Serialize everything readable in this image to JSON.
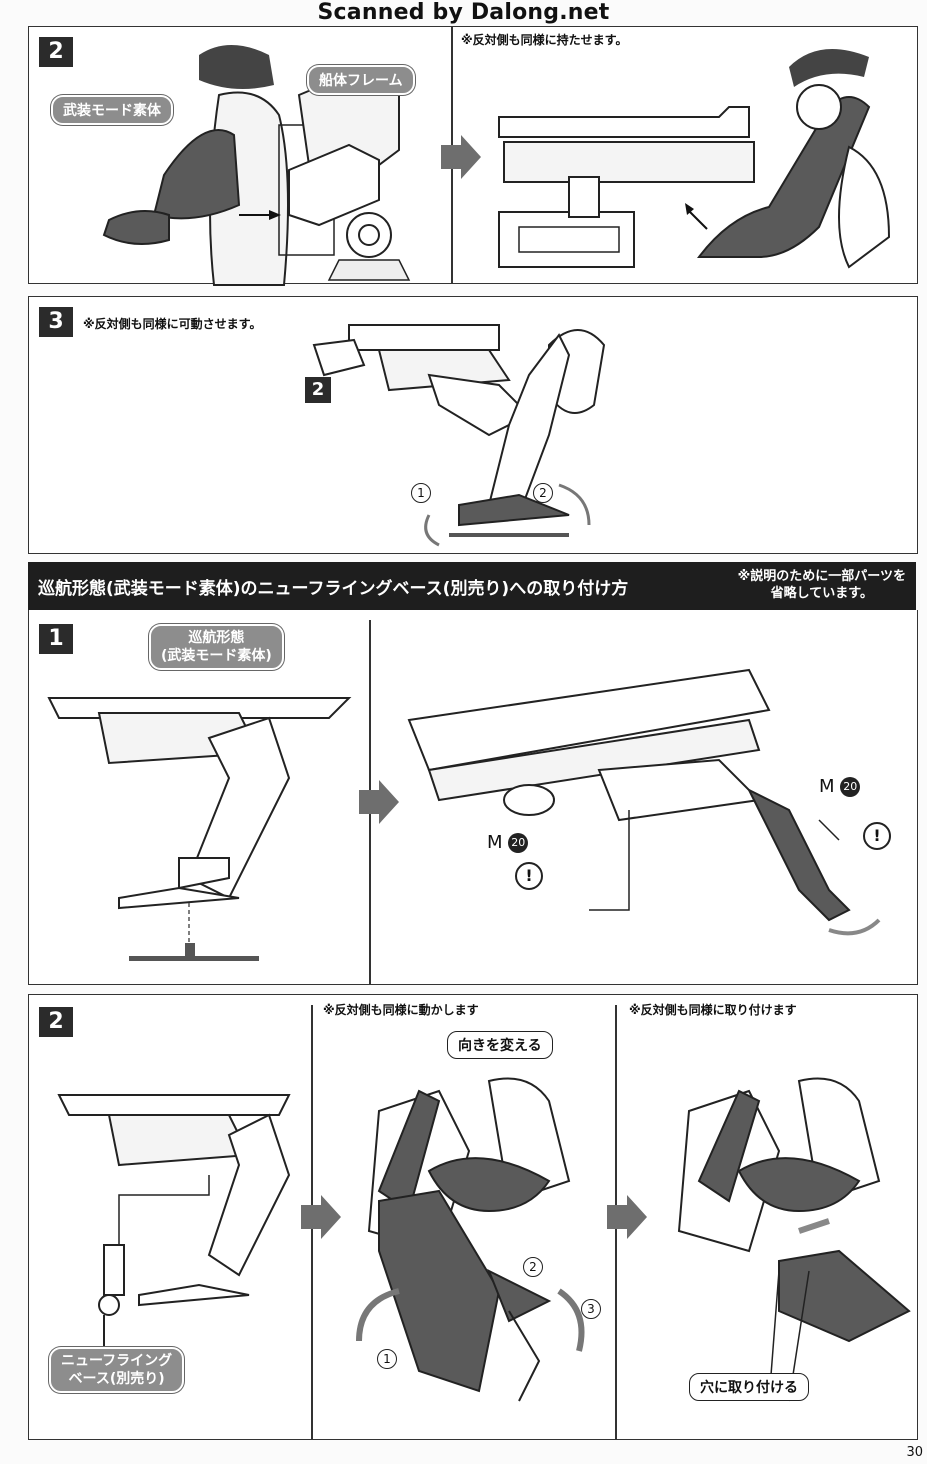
{
  "watermark": "Scanned by Dalong.net",
  "page_number": "30",
  "top_section": {
    "step2": {
      "number": "2",
      "label_armed_body": "武装モード素体",
      "label_hull_frame": "船体フレーム",
      "note_right": "※反対側も同様に持たせます。"
    },
    "step3": {
      "number": "3",
      "note": "※反対側も同様に可動させます。",
      "ref_step": "2",
      "rotation_1": "1",
      "rotation_2": "2"
    }
  },
  "section_header": {
    "title": "巡航形態(武装モード素体)のニューフライングベース(別売り)への取り付け方",
    "note_line1": "※説明のために一部パーツを",
    "note_line2": "省略しています。"
  },
  "step1": {
    "number": "1",
    "label_line1": "巡航形態",
    "label_line2": "(武装モード素体)",
    "part_code_a": "M",
    "part_num_a": "20",
    "part_code_b": "M",
    "part_num_b": "20",
    "warning_symbol": "!"
  },
  "step2b": {
    "number": "2",
    "note_mid": "※反対側も同様に動かします",
    "note_right": "※反対側も同様に取り付けます",
    "callout_turn": "向きを変える",
    "callout_attach": "穴に取り付ける",
    "label_base_line1": "ニューフライング",
    "label_base_line2": "ベース(別売り)",
    "motion_1": "1",
    "motion_2": "2",
    "motion_3": "3"
  },
  "colors": {
    "dark_part": "#5a5a5a",
    "panel_border": "#333333",
    "header_bg": "#1e1e1e",
    "label_pill": "#8d8d8d"
  }
}
